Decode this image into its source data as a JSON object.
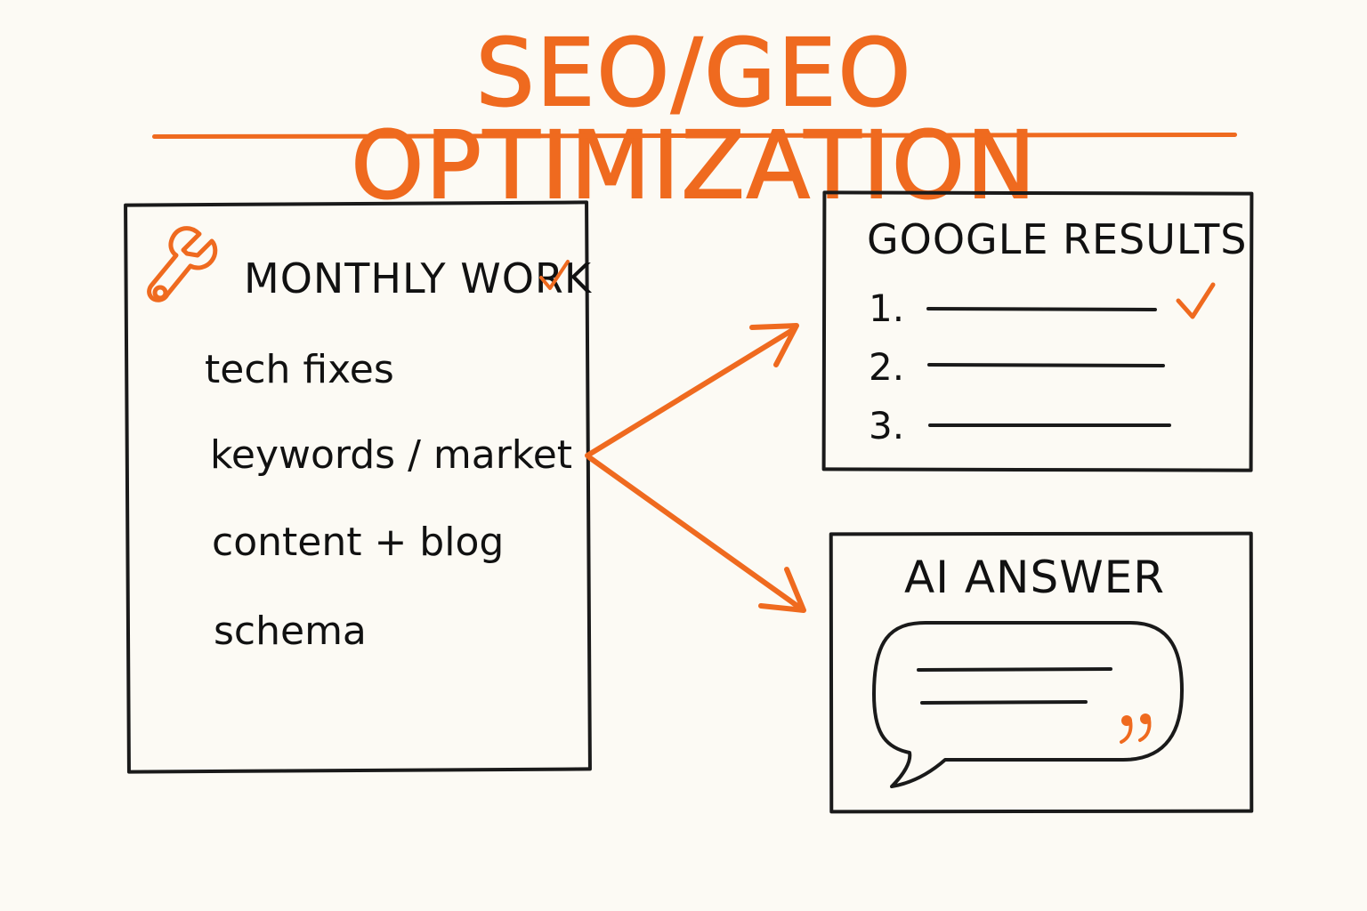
{
  "title": "SEO/GEO OPTIMIZATION",
  "colors": {
    "accent": "#ef6a1f",
    "ink": "#1a1a1a",
    "background": "#fcfaf4"
  },
  "monthly_work": {
    "heading": "MONTHLY WORK",
    "icon": "wrench-icon",
    "items": [
      "tech fixes",
      "keywords / market",
      "content + blog",
      "schema"
    ]
  },
  "google_results": {
    "heading": "GOOGLE RESULTS",
    "items": [
      "1.",
      "2.",
      "3."
    ]
  },
  "ai_answer": {
    "heading": "AI ANSWER",
    "icon": "speech-bubble-icon"
  }
}
